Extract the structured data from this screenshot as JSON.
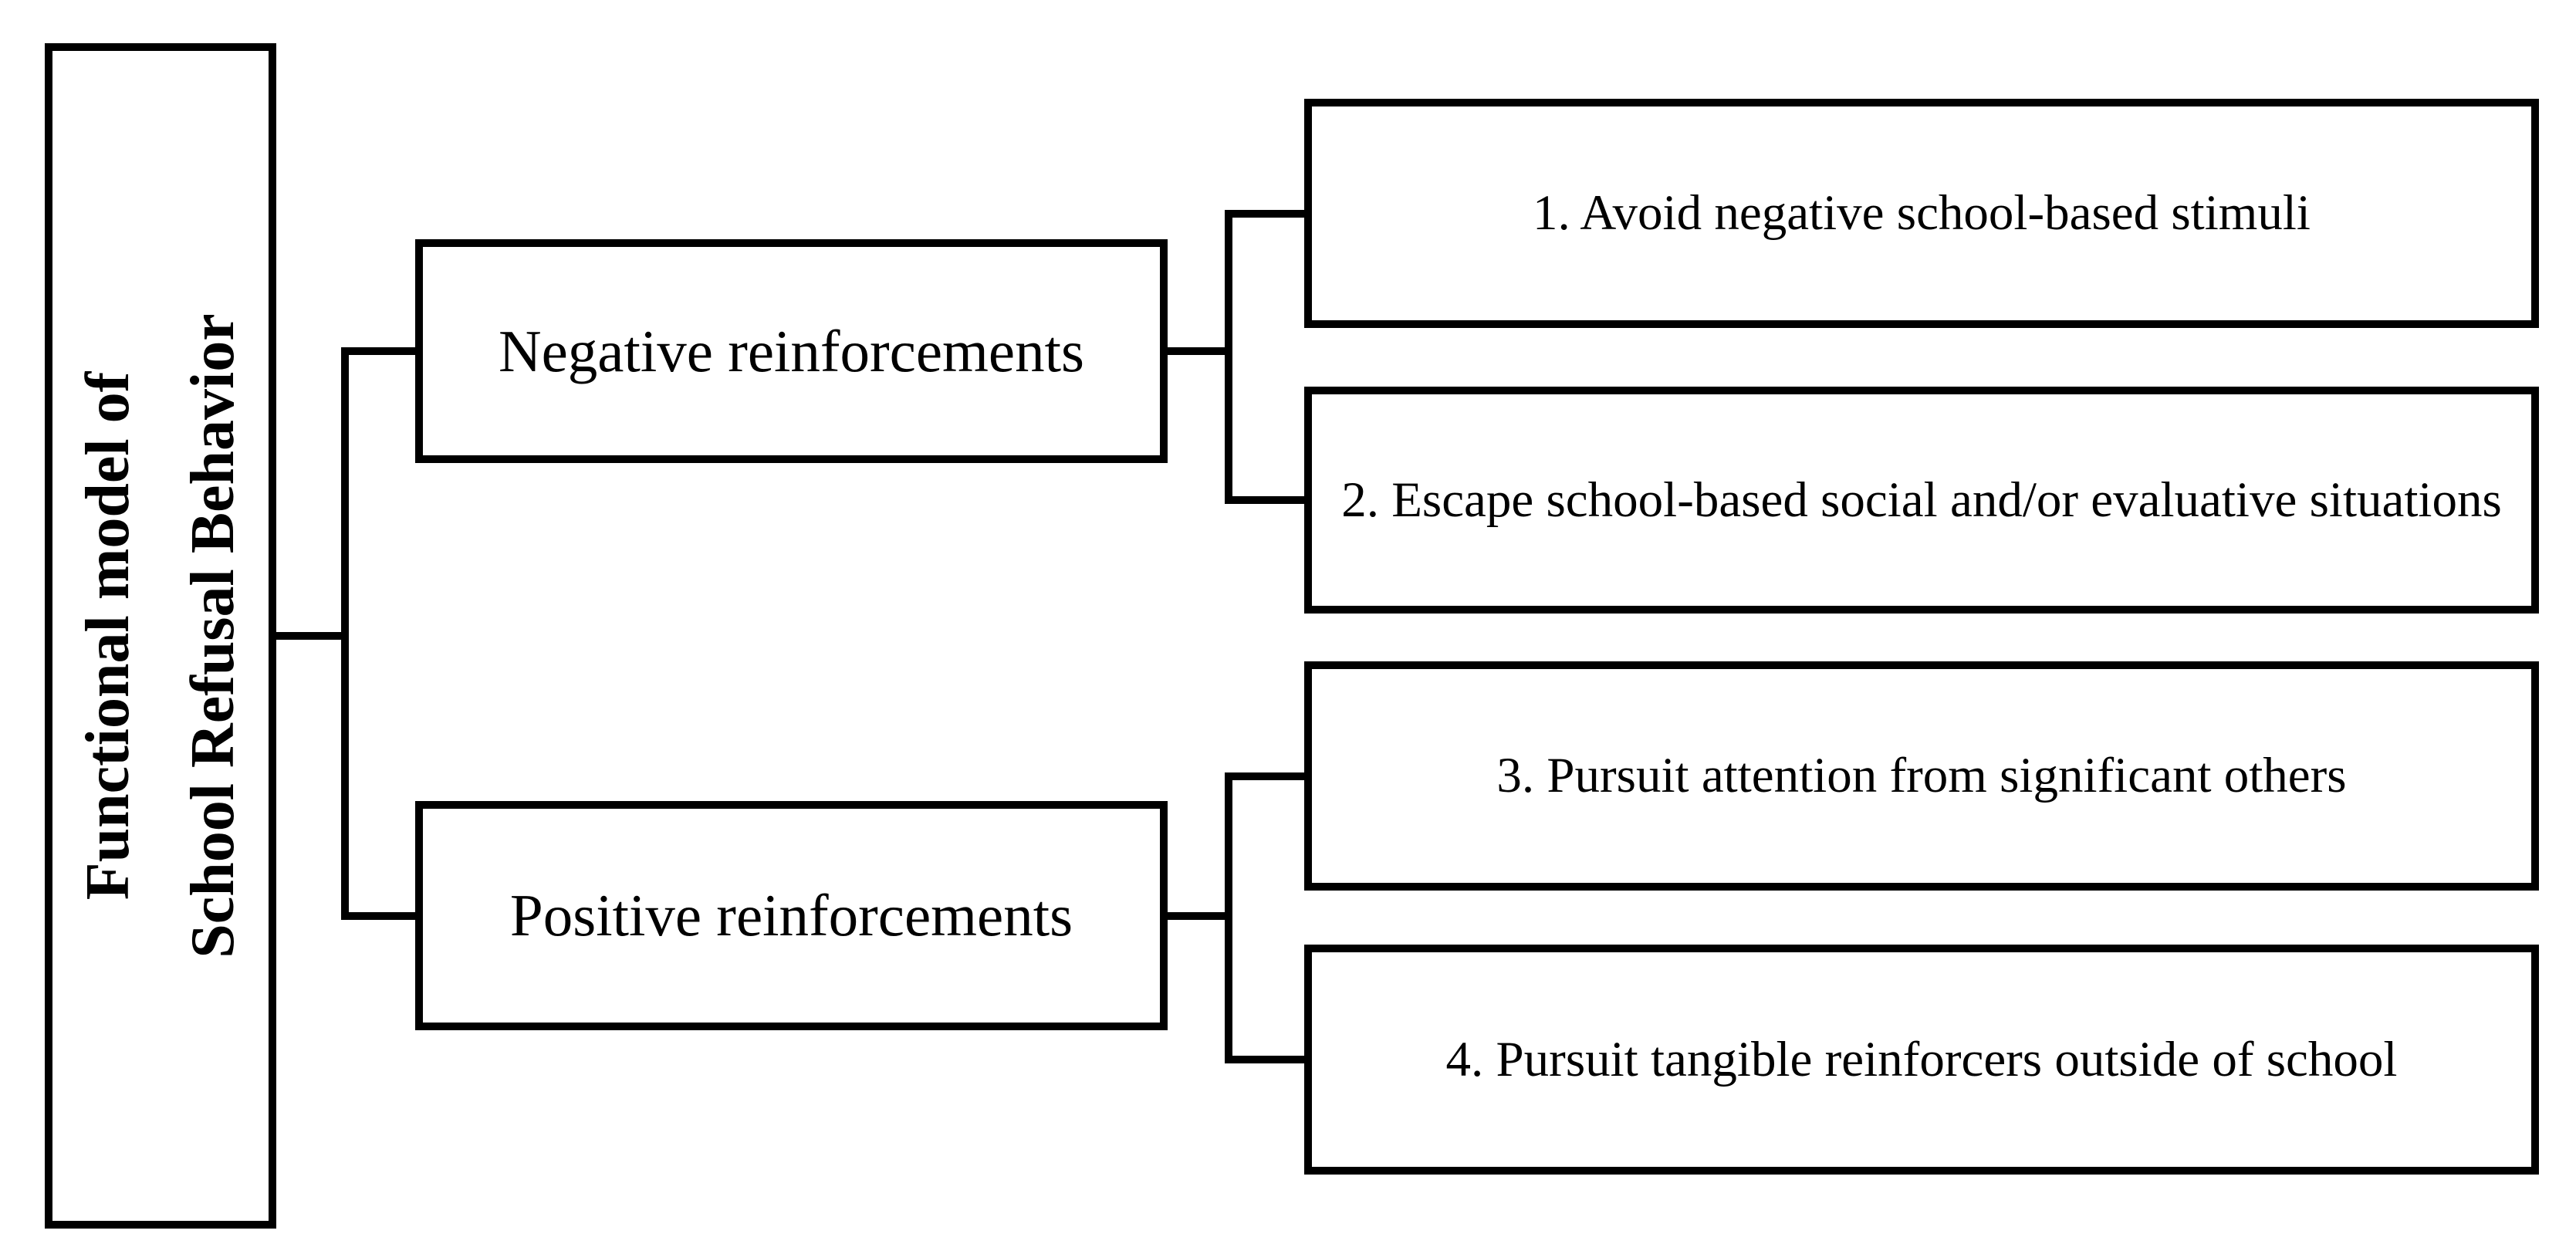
{
  "figure": {
    "root": {
      "title_line1": "Functional model of",
      "title_line2": "School Refusal Behavior"
    },
    "branches": [
      {
        "label": "Negative reinforcements",
        "functions": [
          {
            "label": "1. Avoid negative school-based stimuli"
          },
          {
            "label": "2. Escape school-based social and/or evaluative situations"
          }
        ]
      },
      {
        "label": "Positive reinforcements",
        "functions": [
          {
            "label": "3. Pursuit attention from significant others"
          },
          {
            "label": "4. Pursuit tangible reinforcers outside of school"
          }
        ]
      }
    ],
    "colors": {
      "line": "#000000",
      "text": "#000000",
      "background": "#ffffff"
    }
  }
}
